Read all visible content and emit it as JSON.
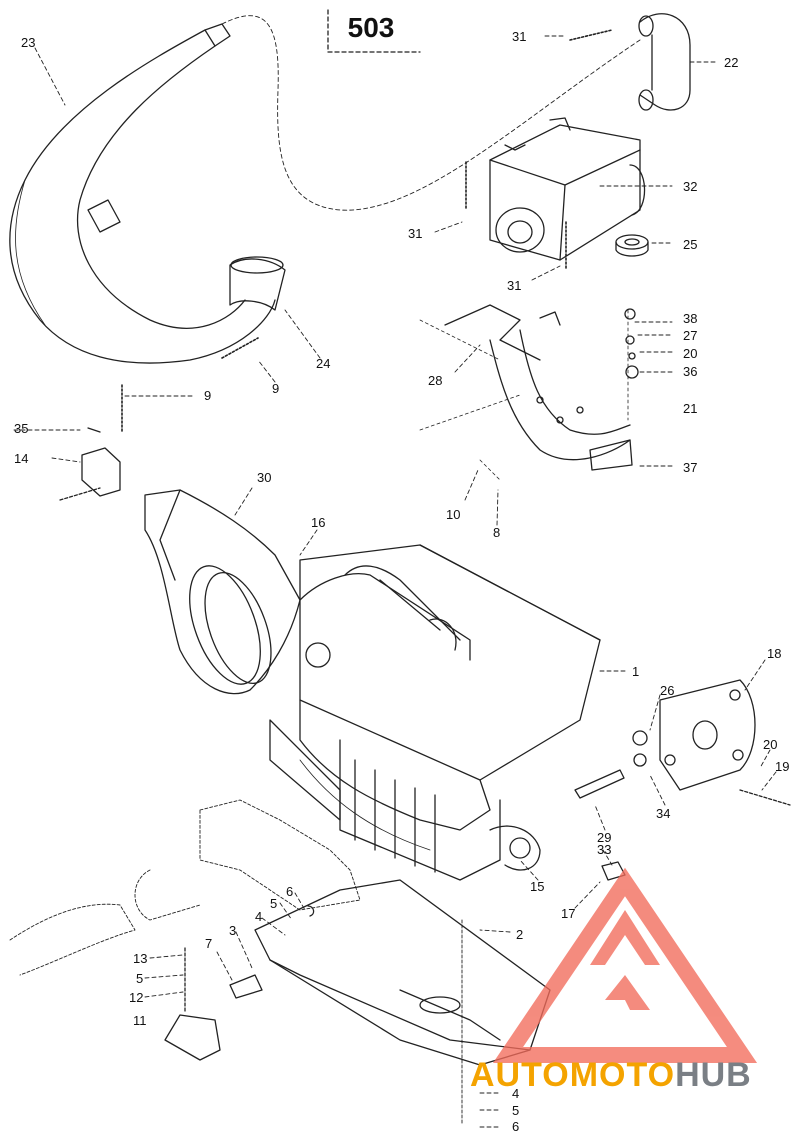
{
  "diagram_id": "503",
  "callouts": {
    "c1": "1",
    "c2": "2",
    "c3": "3",
    "c4a": "4",
    "c4b": "4",
    "c5a": "5",
    "c5b": "5",
    "c5c": "5",
    "c6a": "6",
    "c6b": "6",
    "c7": "7",
    "c8": "8",
    "c9a": "9",
    "c9b": "9",
    "c10": "10",
    "c11": "11",
    "c12": "12",
    "c13": "13",
    "c14": "14",
    "c15": "15",
    "c16": "16",
    "c17": "17",
    "c18": "18",
    "c19": "19",
    "c20a": "20",
    "c20b": "20",
    "c21": "21",
    "c22": "22",
    "c23": "23",
    "c24": "24",
    "c25": "25",
    "c26": "26",
    "c27": "27",
    "c28": "28",
    "c29": "29",
    "c30": "30",
    "c31a": "31",
    "c31b": "31",
    "c31c": "31",
    "c32": "32",
    "c33": "33",
    "c34": "34",
    "c35": "35",
    "c36": "36",
    "c37": "37",
    "c38": "38"
  },
  "watermark": {
    "part1": "AUTOMOTO",
    "part2": "HUB",
    "color_primary": "#f4a300",
    "color_secondary": "#7a7f85",
    "logo_color": "#f26b5b"
  }
}
